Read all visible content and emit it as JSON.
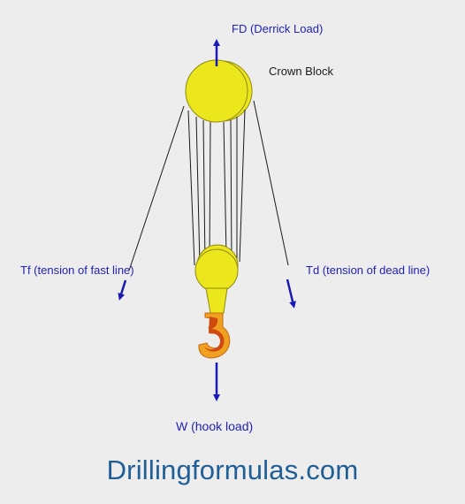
{
  "labels": {
    "derrick_load": "FD (Derrick Load)",
    "crown_block": "Crown Block",
    "fast_line": "Tf (tension of fast line)",
    "dead_line": "Td (tension of dead line)",
    "hook_load": "W (hook load)"
  },
  "watermark": "Drillingformulas.com",
  "colors": {
    "sheave_fill": "#ece61c",
    "sheave_stroke": "#8e8a10",
    "force_arrow": "#1a1ab4",
    "line": "#1a1a1a",
    "hook_outer": "#f0a020",
    "hook_inner": "#d04a10",
    "brand": "#1f5f96",
    "background": "#ededed"
  }
}
